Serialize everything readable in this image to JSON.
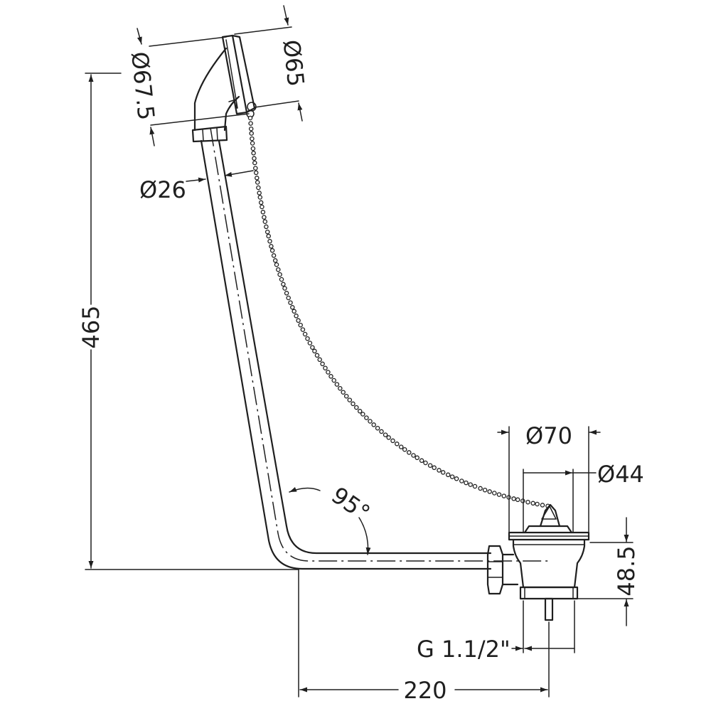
{
  "labels": {
    "height": "465",
    "diameter_plug_outer": "Ø67.5",
    "diameter_plug_inner": "Ø65",
    "diameter_pipe": "Ø26",
    "diameter_waste_outer": "Ø70",
    "diameter_waste_inner": "Ø44",
    "angle": "95°",
    "waste_height": "48.5",
    "thread": "G 1.1/2\"",
    "width": "220"
  },
  "colors": {
    "line": "#1f1f1f",
    "background": "#ffffff"
  }
}
